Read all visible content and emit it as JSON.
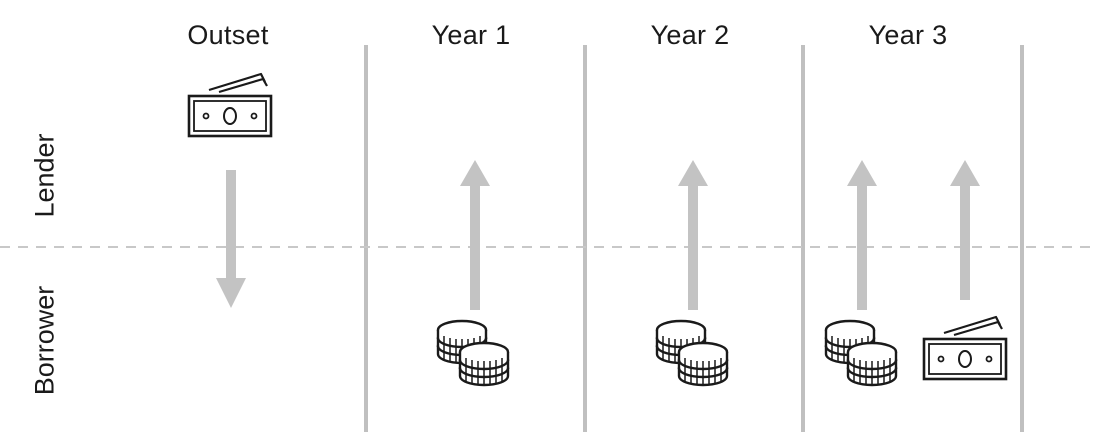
{
  "columns": [
    "Outset",
    "Year 1",
    "Year 2",
    "Year 3"
  ],
  "rows": [
    "Lender",
    "Borrower"
  ],
  "colors": {
    "divider": "#c0c0c0",
    "arrow": "#c3c3c3",
    "dashed_line": "#c8c8c8",
    "icon_stroke": "#1a1a1a"
  },
  "icons": {
    "cash": "banknote-icon",
    "coins": "coins-icon"
  }
}
